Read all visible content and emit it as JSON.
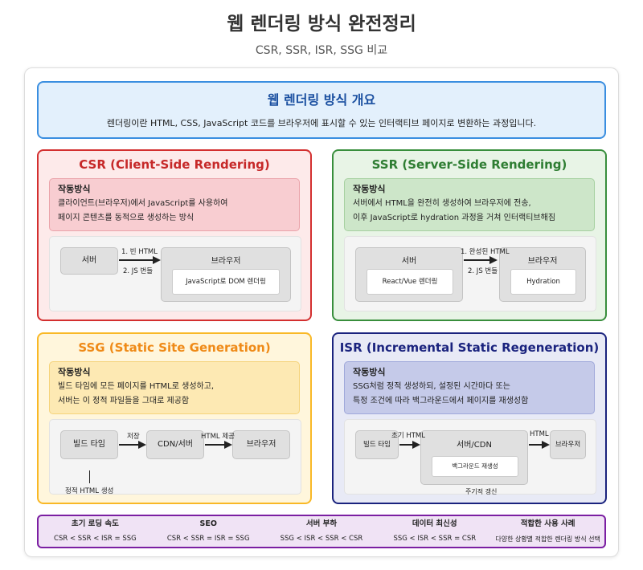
{
  "header": {
    "title": "웹 렌더링 방식 완전정리",
    "subtitle": "CSR, SSR, ISR, SSG 비교"
  },
  "overview": {
    "title": "웹 렌더링 방식 개요",
    "desc": "렌더링이란 HTML, CSS, JavaScript 코드를 브라우저에 표시할 수 있는 인터랙티브 페이지로 변환하는 과정입니다."
  },
  "csr": {
    "title": "CSR (Client-Side Rendering)",
    "how_title": "작동방식",
    "how_1": "클라이언트(브라우저)에서 JavaScript를 사용하여",
    "how_2": "페이지 콘텐츠를 동적으로 생성하는 방식",
    "server": "서버",
    "browser": "브라우저",
    "inner": "JavaScript로 DOM 렌더링",
    "arrow_top": "1. 빈 HTML",
    "arrow_bottom": "2. JS 번들",
    "color": "#d32f2f"
  },
  "ssr": {
    "title": "SSR (Server-Side Rendering)",
    "how_title": "작동방식",
    "how_1": "서버에서 HTML을 완전히 생성하여 브라우저에 전송,",
    "how_2": "이후 JavaScript로 hydration 과정을 거쳐 인터랙티브해짐",
    "server": "서버",
    "server_inner": "React/Vue 렌더링",
    "browser": "브라우저",
    "browser_inner": "Hydration",
    "arrow_top": "1. 완성된 HTML",
    "arrow_bottom": "2. JS 번들",
    "color": "#388e3c"
  },
  "ssg": {
    "title": "SSG (Static Site Generation)",
    "how_title": "작동방식",
    "how_1": "빌드 타임에 모든 페이지를 HTML로 생성하고,",
    "how_2": "서버는 이 정적 파일들을 그대로 제공함",
    "build": "빌드 타임",
    "cdn": "CDN/서버",
    "browser": "브라우저",
    "arrow_1": "저장",
    "arrow_2": "HTML 제공",
    "note": "정적 HTML 생성",
    "color": "#f57c00"
  },
  "isr": {
    "title": "ISR (Incremental Static Regeneration)",
    "how_title": "작동방식",
    "how_1": "SSG처럼 정적 생성하되, 설정된 시간마다 또는",
    "how_2": "특정 조건에 따라 백그라운드에서 페이지를 재생성함",
    "build": "빌드 타임",
    "cdn": "서버/CDN",
    "cdn_inner": "백그라운드 재생성",
    "browser": "브라우저",
    "arrow_1": "초기 HTML",
    "arrow_2": "HTML",
    "note": "주기적 갱신",
    "color": "#1a237e"
  },
  "comparison": [
    {
      "header": "초기 로딩 속도",
      "value": "CSR < SSR < ISR = SSG"
    },
    {
      "header": "SEO",
      "value": "CSR < SSR = ISR = SSG"
    },
    {
      "header": "서버 부하",
      "value": "SSG < ISR < SSR < CSR"
    },
    {
      "header": "데이터 최신성",
      "value": "SSG < ISR < SSR = CSR"
    },
    {
      "header": "적합한 사용 사례",
      "value": "다양한 상황별 적합한 렌더링 방식 선택"
    }
  ]
}
